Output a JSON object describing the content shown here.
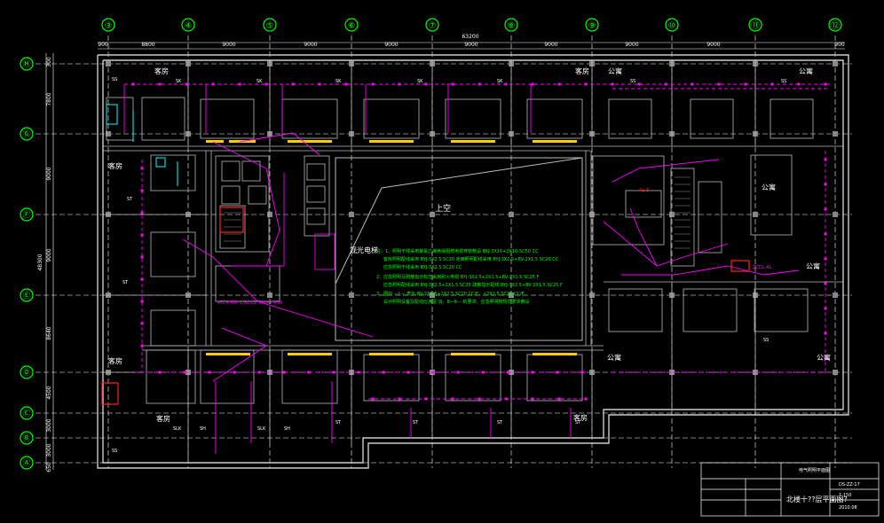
{
  "grid": {
    "columns": [
      "③",
      "④",
      "⑤",
      "⑥",
      "⑦",
      "⑧",
      "⑨",
      "⑩",
      "⑪",
      "⑫"
    ],
    "rows": [
      "Ⓗ",
      "Ⓖ",
      "Ⓕ",
      "Ⓔ",
      "Ⓓ",
      "Ⓒ",
      "Ⓑ",
      "Ⓐ"
    ]
  },
  "dimensions": {
    "top": [
      "900",
      "8800",
      "9000",
      "9000",
      "9000",
      "9000",
      "9000",
      "9000",
      "9000",
      "900"
    ],
    "top_total": "63200",
    "left": [
      "300",
      "7800",
      "9000",
      "9000",
      "8640",
      "4500",
      "3000",
      "3000",
      "650"
    ],
    "left_total": "48300"
  },
  "rooms": {
    "guest_room": "客房",
    "apartment": "公寓",
    "atrium": "上空",
    "elevator": "观光电梯"
  },
  "codes": {
    "sk": "SK",
    "st": "ST",
    "ss": "SS",
    "slk": "SLK",
    "sh": "SH"
  },
  "notes": [
    "注：1、照明干线采用聚氯乙烯绝缘阻燃电缆穿管敷设 BYJ-3X16+2X10-SC50 CC",
    "客房照明配线采用 BYJ-3X2.5 SC20 走廊照明配线采用 BYJ-3X2.5+BV-2X1.5 SC20 CC",
    "应急照明干线采用 BYJ-3X2.5 SC20 CC",
    "2、应急照明及疏散指示标志采用耐火电缆 BYJ-3X2.5+2X1.5+BV-2X1.5 SC25 F",
    "应急照明配线采用 BYJ-3X2.5+2X1.5 SC25 疏散指示配线 BYJ-3X2.5+BV-2X1.5 SC25 F",
    "3、图中 —L— 表示 BV-2X2.5+2X2.5 SC20 CC/F，≤2X2.5 SC25 CC/F",
    "设计照明设备及配线应满足 消，8—6— 的要求，应急照明按规范要求敷设"
  ],
  "panel_label": "ATCS-MIX-1/3CXSTUK-AN-RSA",
  "panel_label_right": "AL-3",
  "panel_label_right2": "ZCDL-AL",
  "title_block": {
    "drawing_title": "北楼十??层平面图?",
    "header": "电气照明平面图",
    "drawing_no": "DS-ZZ-17",
    "scale": "1:150",
    "date": "2010.08"
  }
}
